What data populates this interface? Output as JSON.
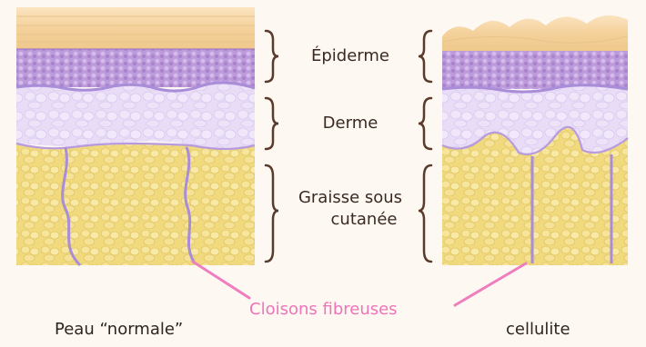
{
  "layers": {
    "epidermis": "Épiderme",
    "dermis": "Derme",
    "fat_line1": "Graisse sous",
    "fat_line2": "cutanée"
  },
  "fibers_label": "Cloisons fibreuses",
  "captions": {
    "left": "Peau “normale”",
    "right": "cellulite"
  },
  "colors": {
    "epidermis": "#f4d49f",
    "basal": "#b08ad0",
    "dermis": "#e9dcf6",
    "fat": "#f1da7e",
    "fiber": "#a98dd8",
    "pointer": "#ef7ebf",
    "brace": "#5a3a2a"
  }
}
